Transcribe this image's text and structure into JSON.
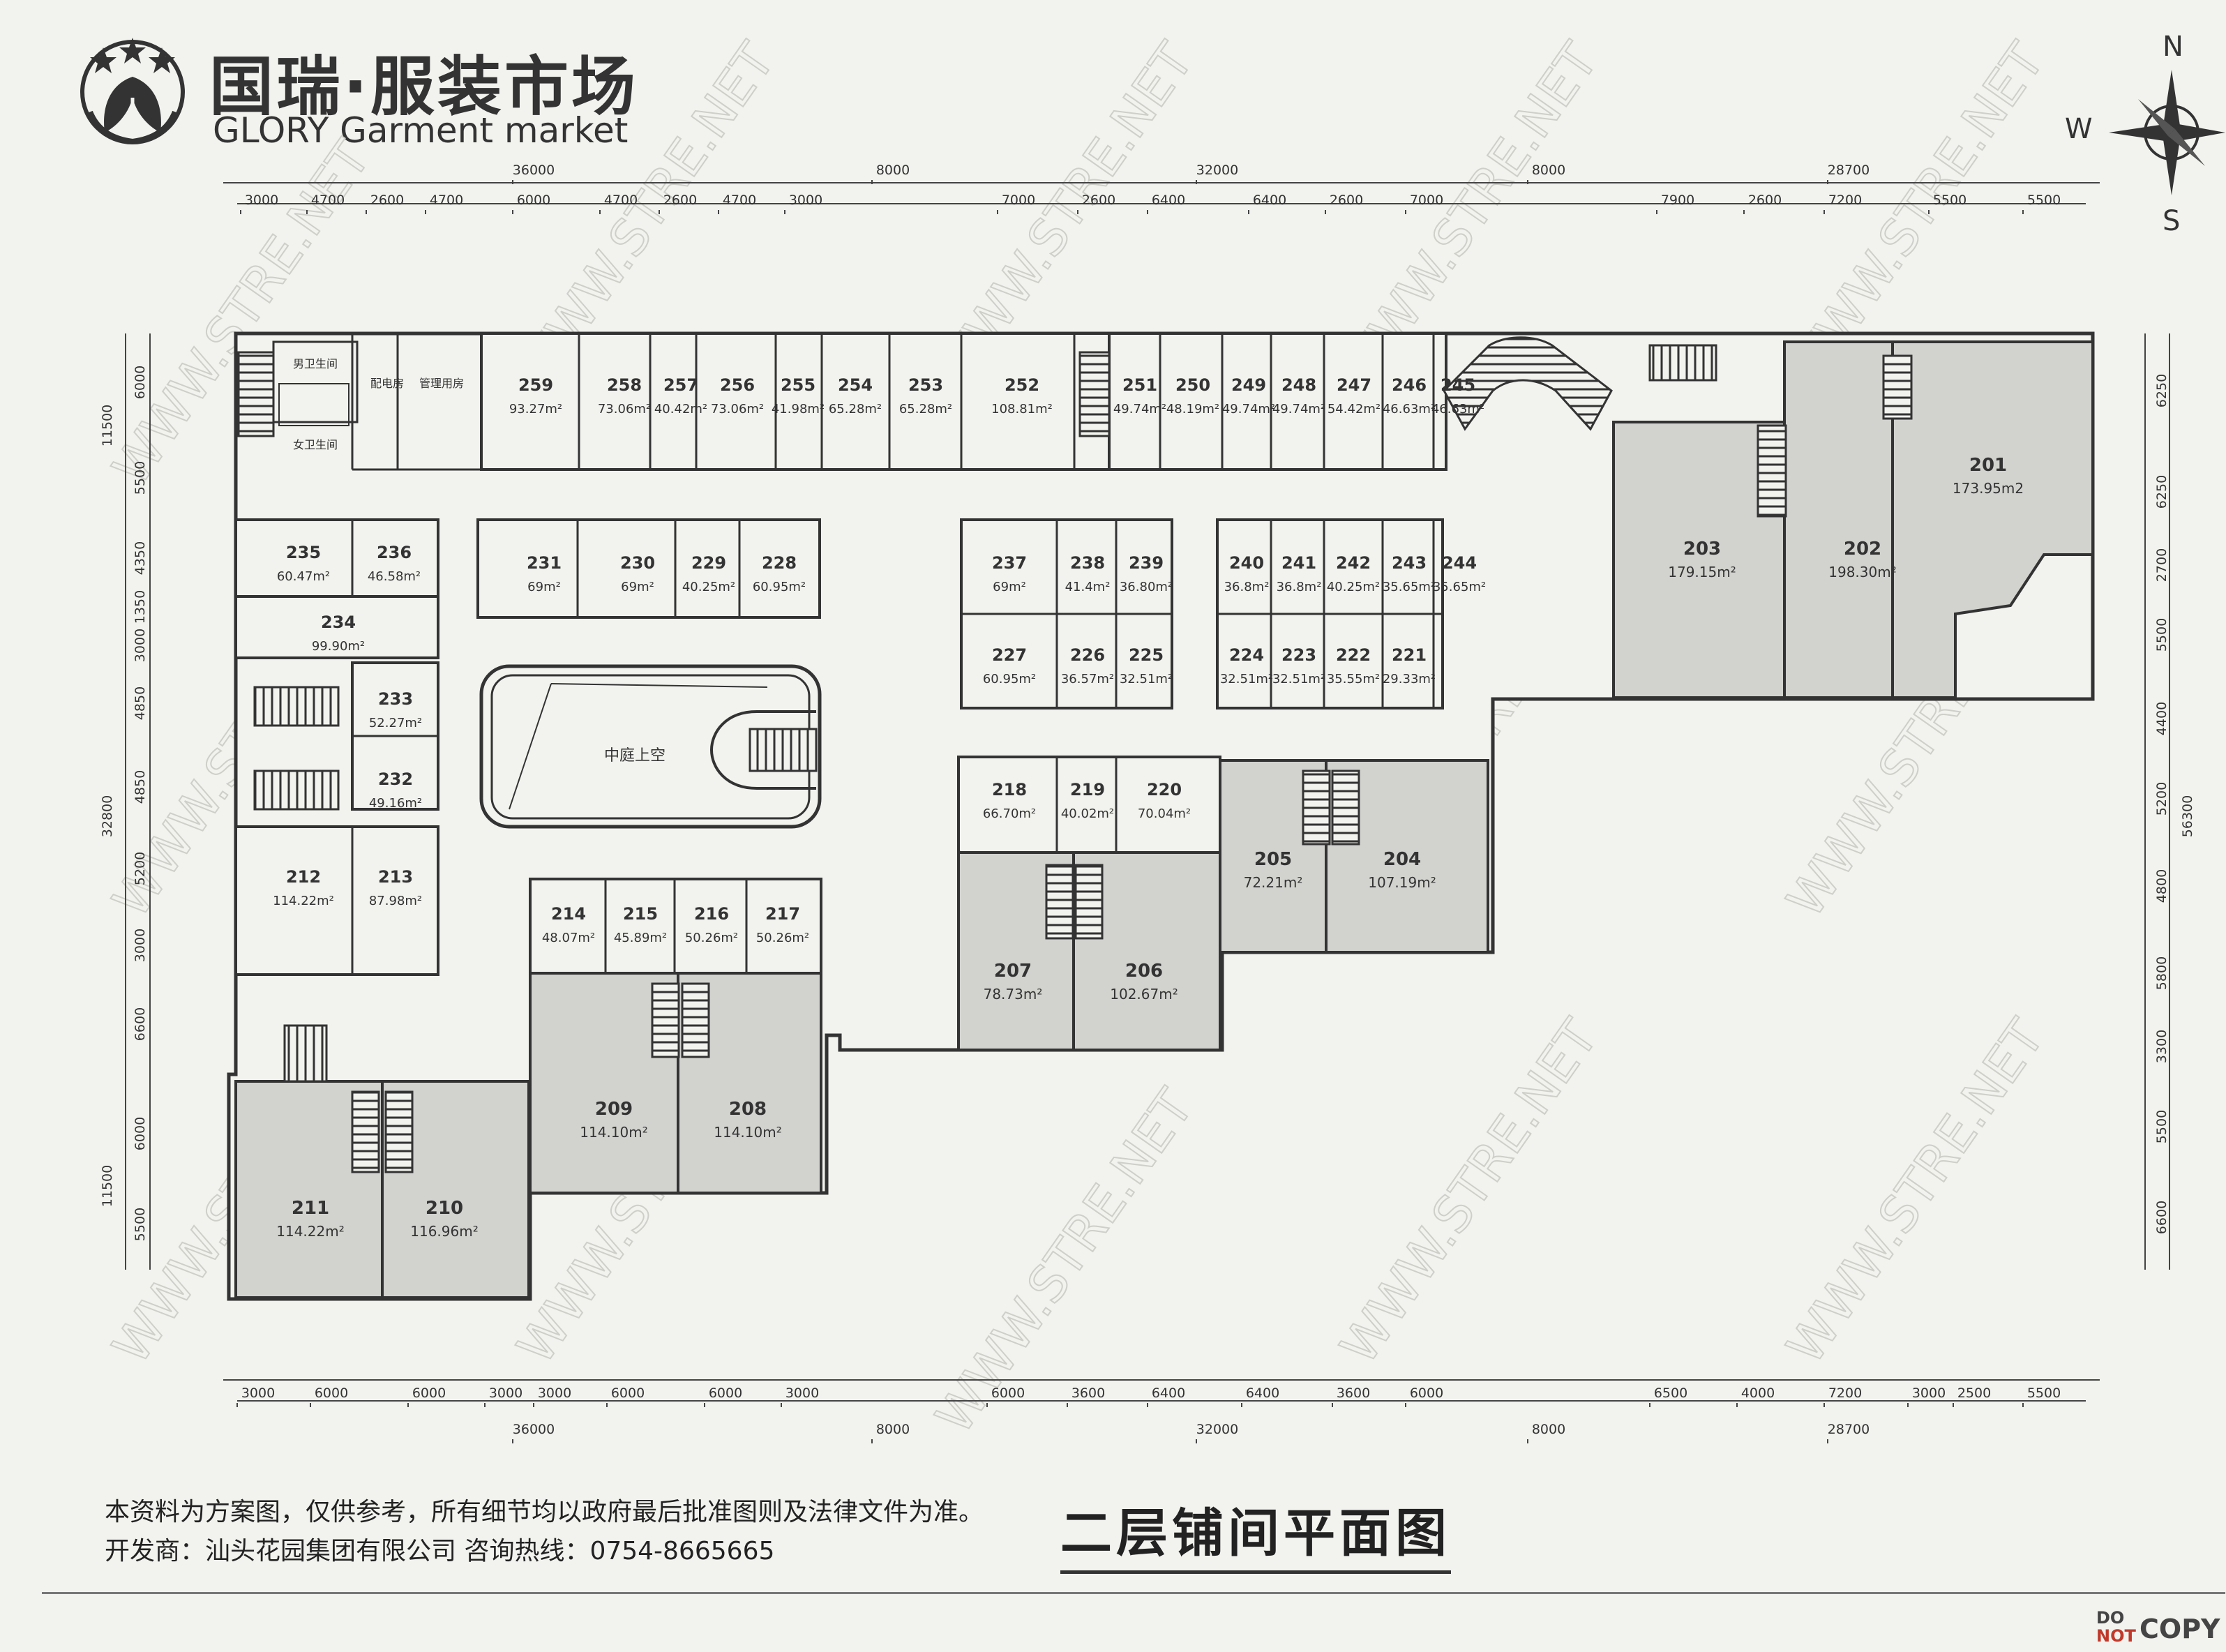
{
  "brand": {
    "name_cn": "国瑞·服装市场",
    "name_en": "GLORY Garment market"
  },
  "compass": {
    "n": "N",
    "w": "W",
    "s": "S"
  },
  "plan_title": "二层铺间平面图",
  "footnote": {
    "disclaimer": "本资料为方案图，仅供参考，所有细节均以政府最后批准图则及法律文件为准。",
    "developer": "开发商：汕头花园集团有限公司  咨询热线：0754-8665665"
  },
  "watermark": "WWW.STRE.NET",
  "stamp": {
    "do": "DO",
    "not": "NOT",
    "copy": "COPY"
  },
  "atrium_label": "中庭上空",
  "dims": {
    "top_totals": [
      "36000",
      "8000",
      "32000",
      "8000",
      "28700"
    ],
    "top_segments": [
      "3000",
      "4700",
      "2600",
      "4700",
      "6000",
      "4700",
      "2600",
      "4700",
      "3000",
      "7000",
      "2600",
      "6400",
      "6400",
      "2600",
      "7000",
      "7900",
      "2600",
      "7200",
      "5500",
      "5500"
    ],
    "bottom_totals": [
      "36000",
      "8000",
      "32000",
      "8000",
      "28700"
    ],
    "bottom_segments": [
      "3000",
      "6000",
      "6000",
      "3000",
      "3000",
      "6000",
      "6000",
      "3000",
      "6000",
      "3600",
      "6400",
      "6400",
      "3600",
      "6000",
      "6500",
      "4000",
      "7200",
      "3000",
      "2500",
      "5500"
    ],
    "left_totals": [
      "11500",
      "32800",
      "11500"
    ],
    "left_segments": [
      "6000",
      "5500",
      "4350",
      "1350",
      "3000",
      "4850",
      "4850",
      "5200",
      "3000",
      "6600",
      "6000",
      "5500"
    ],
    "right_total": "56300",
    "right_segments": [
      "6250",
      "6250",
      "2700",
      "5500",
      "4400",
      "5200",
      "4800",
      "5800",
      "3300",
      "5500",
      "6600"
    ]
  },
  "rooms": [
    {
      "no": "259",
      "area": "93.27m²"
    },
    {
      "no": "258",
      "area": "73.06m²"
    },
    {
      "no": "257",
      "area": "40.42m²"
    },
    {
      "no": "256",
      "area": "73.06m²"
    },
    {
      "no": "255",
      "area": "41.98m²"
    },
    {
      "no": "254",
      "area": "65.28m²"
    },
    {
      "no": "253",
      "area": "65.28m²"
    },
    {
      "no": "252",
      "area": "108.81m²"
    },
    {
      "no": "251",
      "area": "49.74m²"
    },
    {
      "no": "250",
      "area": "48.19m²"
    },
    {
      "no": "249",
      "area": "49.74m²"
    },
    {
      "no": "248",
      "area": "49.74m²"
    },
    {
      "no": "247",
      "area": "54.42m²"
    },
    {
      "no": "246",
      "area": "46.63m²"
    },
    {
      "no": "245",
      "area": "46.63m²"
    },
    {
      "no": "235",
      "area": "60.47m²"
    },
    {
      "no": "236",
      "area": "46.58m²"
    },
    {
      "no": "234",
      "area": "99.90m²"
    },
    {
      "no": "233",
      "area": "52.27m²"
    },
    {
      "no": "232",
      "area": "49.16m²"
    },
    {
      "no": "212",
      "area": "114.22m²"
    },
    {
      "no": "213",
      "area": "87.98m²"
    },
    {
      "no": "231",
      "area": "69m²"
    },
    {
      "no": "230",
      "area": "69m²"
    },
    {
      "no": "229",
      "area": "40.25m²"
    },
    {
      "no": "228",
      "area": "60.95m²"
    },
    {
      "no": "237",
      "area": "69m²"
    },
    {
      "no": "238",
      "area": "41.4m²"
    },
    {
      "no": "239",
      "area": "36.80m²"
    },
    {
      "no": "227",
      "area": "60.95m²"
    },
    {
      "no": "226",
      "area": "36.57m²"
    },
    {
      "no": "225",
      "area": "32.51m²"
    },
    {
      "no": "240",
      "area": "36.8m²"
    },
    {
      "no": "241",
      "area": "36.8m²"
    },
    {
      "no": "242",
      "area": "40.25m²"
    },
    {
      "no": "243",
      "area": "35.65m²"
    },
    {
      "no": "244",
      "area": "35.65m²"
    },
    {
      "no": "224",
      "area": "32.51m²"
    },
    {
      "no": "223",
      "area": "32.51m²"
    },
    {
      "no": "222",
      "area": "35.55m²"
    },
    {
      "no": "221",
      "area": "29.33m²"
    },
    {
      "no": "218",
      "area": "66.70m²"
    },
    {
      "no": "219",
      "area": "40.02m²"
    },
    {
      "no": "220",
      "area": "70.04m²"
    },
    {
      "no": "214",
      "area": "48.07m²"
    },
    {
      "no": "215",
      "area": "45.89m²"
    },
    {
      "no": "216",
      "area": "50.26m²"
    },
    {
      "no": "217",
      "area": "50.26m²"
    },
    {
      "no": "207",
      "area": "78.73m²"
    },
    {
      "no": "206",
      "area": "102.67m²"
    },
    {
      "no": "205",
      "area": "72.21m²"
    },
    {
      "no": "204",
      "area": "107.19m²"
    },
    {
      "no": "209",
      "area": "114.10m²"
    },
    {
      "no": "208",
      "area": "114.10m²"
    },
    {
      "no": "211",
      "area": "114.22m²"
    },
    {
      "no": "210",
      "area": "116.96m²"
    },
    {
      "no": "203",
      "area": "179.15m²"
    },
    {
      "no": "202",
      "area": "198.30m²"
    },
    {
      "no": "201",
      "area": "173.95m2"
    }
  ],
  "service_rooms": [
    {
      "label": "男卫生间"
    },
    {
      "label": "女卫生间"
    },
    {
      "label": "配电房"
    },
    {
      "label": "管理用房"
    }
  ],
  "colors": {
    "line": "#333333",
    "shade": "#d2d2cf",
    "paper": "#f2f2ee"
  }
}
